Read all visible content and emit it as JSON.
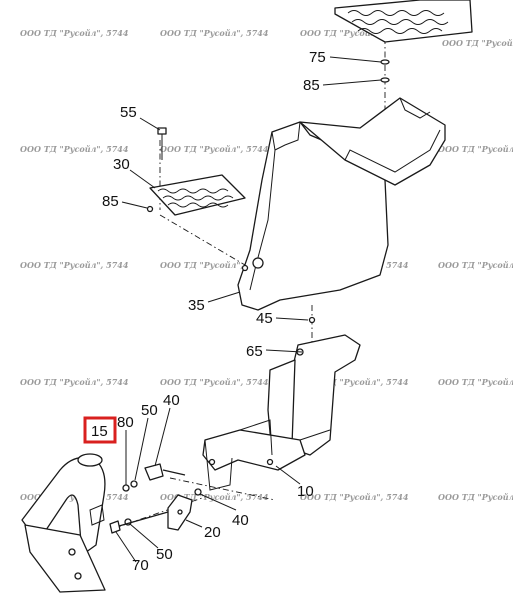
{
  "diagram": {
    "watermark": "ООО ТД \"Русойл\", 5744",
    "highlight_color": "#d9201f",
    "highlighted_callout": "15",
    "callouts": {
      "c75": "75",
      "c85a": "85",
      "c55": "55",
      "c30": "30",
      "c85b": "85",
      "c35": "35",
      "c45": "45",
      "c65": "65",
      "c80": "80",
      "c50a": "50",
      "c40a": "40",
      "c15": "15",
      "c10": "10",
      "c40b": "40",
      "c20": "20",
      "c50b": "50",
      "c70": "70"
    }
  }
}
